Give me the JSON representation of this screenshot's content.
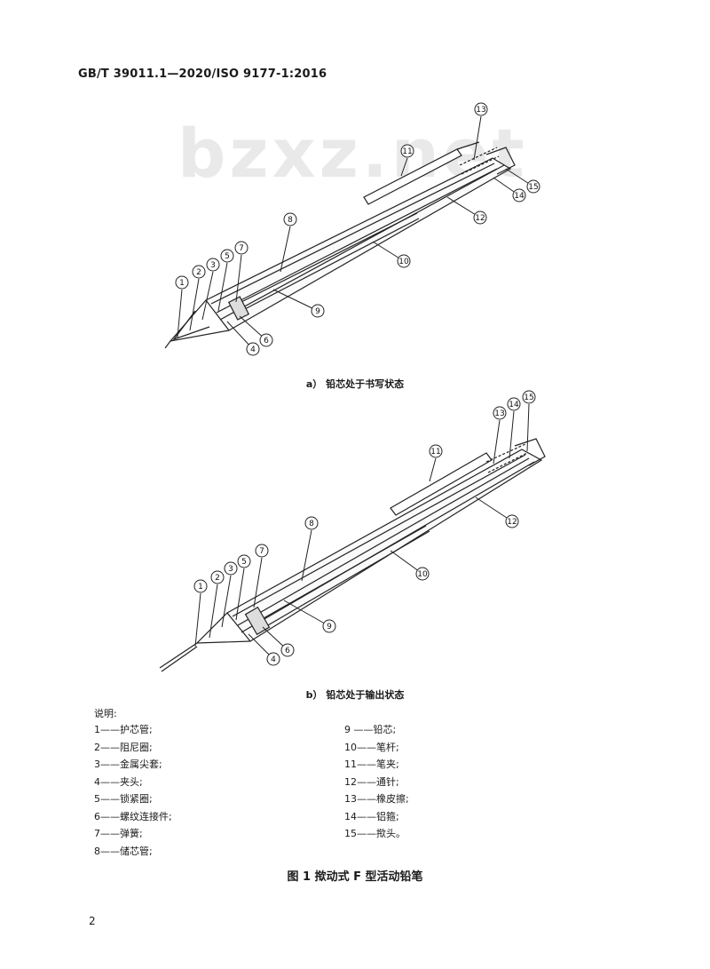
{
  "header": "GB/T 39011.1—2020/ISO 9177-1:2016",
  "watermark": "bzxz.net",
  "figure_a_caption": "a）  铅芯处于书写状态",
  "figure_b_caption": "b）  铅芯处于输出状态",
  "legend_title": "说明:",
  "legend_left": [
    "1——护芯管;",
    "2——阻尼圈;",
    "3——金属尖套;",
    "4——夹头;",
    "5——锁紧圈;",
    "6——螺纹连接件;",
    "7——弹簧;",
    "8——储芯管;"
  ],
  "legend_right": [
    "9 ——铅芯;",
    "10——笔杆;",
    "11——笔夹;",
    "12——通针;",
    "13——橡皮擦;",
    "14——铝箍;",
    "15——揿头。"
  ],
  "callouts": [
    "1",
    "2",
    "3",
    "4",
    "5",
    "6",
    "7",
    "8",
    "9",
    "10",
    "11",
    "12",
    "13",
    "14",
    "15"
  ],
  "figure_title": "图 1   揿动式 F 型活动铅笔",
  "page_number": "2"
}
